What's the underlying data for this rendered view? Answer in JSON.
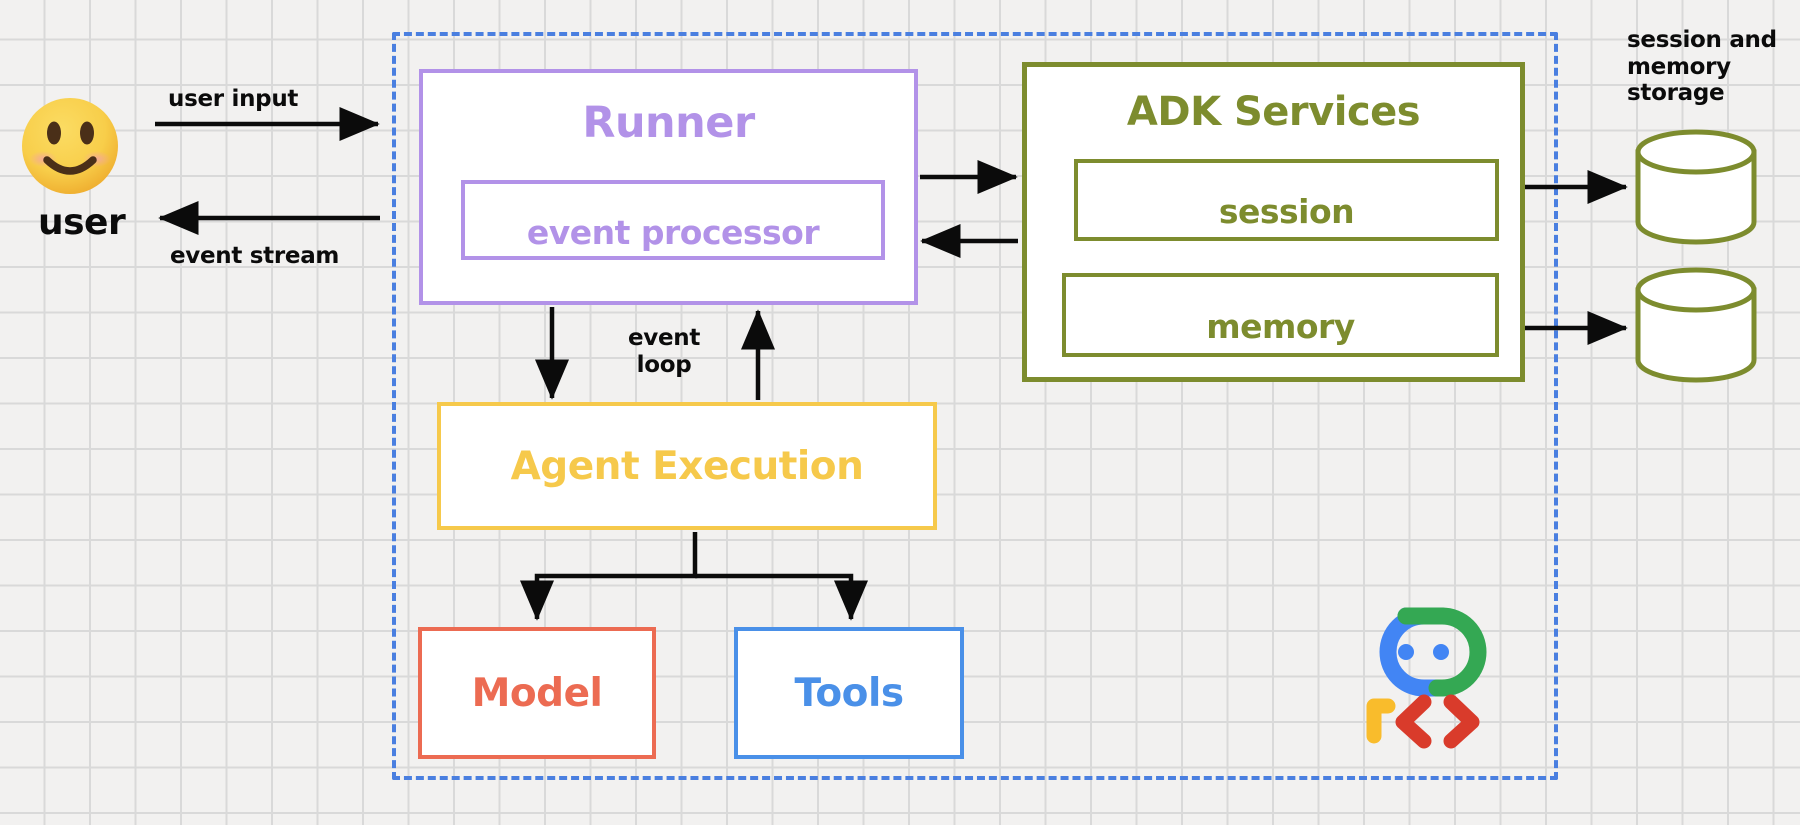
{
  "diagram": {
    "title": "ADK agent runtime architecture",
    "background": {
      "grid": true,
      "grid_color": "#d9d9d9",
      "page_color": "#f2f1f0"
    },
    "boundary": {
      "name": "adk-runtime-boundary",
      "style": "dashed",
      "color": "#4a7fe0"
    }
  },
  "actor": {
    "label": "user",
    "icon": "smiling-face-emoji"
  },
  "edges": {
    "user_input": "user input",
    "event_stream": "event stream",
    "event_loop": "event\nloop"
  },
  "nodes": {
    "runner": {
      "title": "Runner",
      "color": "#b292e8",
      "children": [
        {
          "title": "event processor",
          "color": "#b292e8"
        }
      ]
    },
    "adk_services": {
      "title": "ADK Services",
      "color": "#7d8c2e",
      "children": [
        {
          "title": "session",
          "color": "#7d8c2e"
        },
        {
          "title": "memory",
          "color": "#7d8c2e"
        }
      ]
    },
    "agent_execution": {
      "title": "Agent Execution",
      "color": "#f6c94b"
    },
    "model": {
      "title": "Model",
      "color": "#ec6b52"
    },
    "tools": {
      "title": "Tools",
      "color": "#4a90e8"
    }
  },
  "storage": {
    "label": "session and\nmemory\nstorage",
    "color": "#7d8c2e",
    "cylinders": [
      "session-storage-cylinder",
      "memory-storage-cylinder"
    ]
  },
  "logo": {
    "name": "adk-logo",
    "colors": {
      "head_left": "#4285f4",
      "head_right": "#34a853",
      "eyes": "#4285f4",
      "bracket": "#f9bc2c",
      "chevrons": "#d93b2b"
    }
  }
}
